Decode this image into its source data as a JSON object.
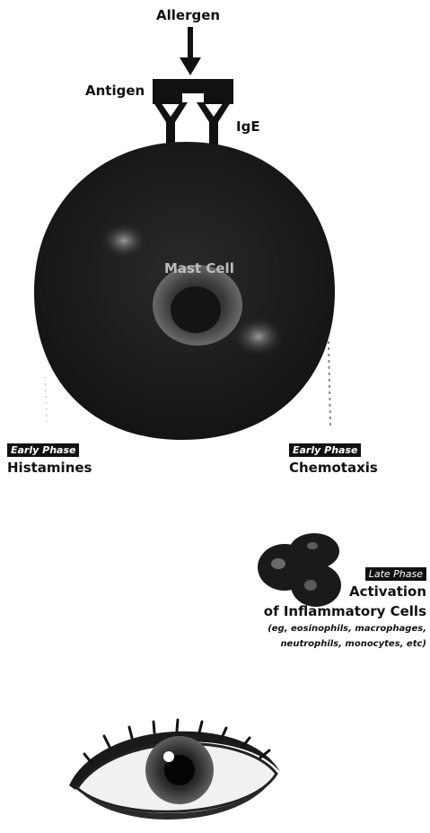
{
  "labels": {
    "allergen": "Allergen",
    "antigen": "Antigen",
    "ige": "IgE",
    "mast_cell": "Mast Cell"
  },
  "left_phase": {
    "tag": "Early Phase",
    "title": "Histamines"
  },
  "right_phase": {
    "tag": "Early Phase",
    "title": "Chemotaxis"
  },
  "late_phase": {
    "tag": "Late Phase",
    "title_line1": "Activation",
    "title_line2": "of Inflammatory Cells",
    "note_line1": "(eg, eosinophils, macrophages,",
    "note_line2": "neutrophils, monocytes, etc)"
  },
  "icons": [
    "arrow-down-icon",
    "antigen-block-icon",
    "ige-antibody-icon",
    "mast-cell-icon",
    "inflammatory-cells-icon",
    "eye-icon"
  ],
  "colors": {
    "ink": "#111111",
    "cell": "#1a1a1a",
    "highlight": "#8c8c8c"
  }
}
